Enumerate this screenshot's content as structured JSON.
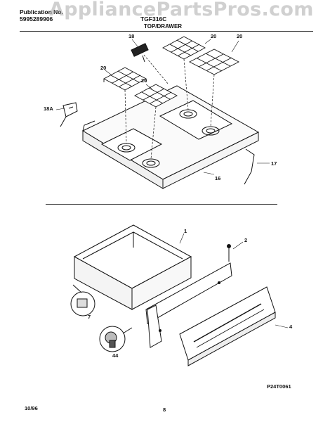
{
  "header": {
    "publication_label": "Publication No.",
    "publication_number": "5995289906",
    "model_code": "TGF316C",
    "section_title": "TOP/DRAWER"
  },
  "watermark": "AppliancePartsPros.com",
  "callouts": {
    "c18": "18",
    "c18a": "18A",
    "c20a": "20",
    "c20b": "20",
    "c20c": "20",
    "c20d": "20",
    "c17": "17",
    "c16": "16",
    "c1": "1",
    "c2": "2",
    "c4": "4",
    "c7": "7",
    "c44": "44"
  },
  "footer": {
    "date": "10/96",
    "page": "8",
    "figure_code": "P24T0061"
  }
}
